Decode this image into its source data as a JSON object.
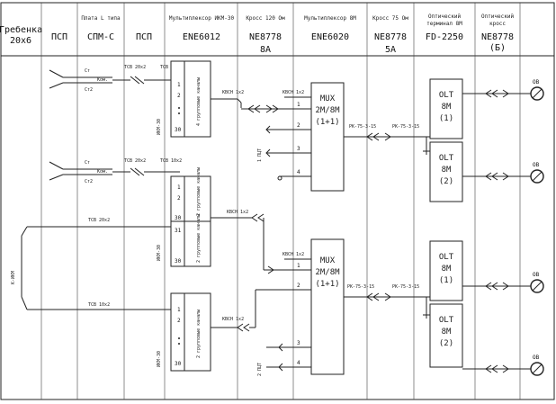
{
  "headers": {
    "col1_line1": "Гребенка",
    "col1_line2": "20x6",
    "col2": "ПСП",
    "col3_line1": "Плата L типа",
    "col3_line2": "СПМ-С",
    "col4": "ПСП",
    "col5_line1": "Мультиплексор ИКМ-30",
    "col5_line2": "ENE6012",
    "col6_line1": "Кросс 120 Ом",
    "col6_line2": "NE8778",
    "col6_line3": "8А",
    "col7_line1": "Мультиплексор 8М",
    "col7_line2": "ENE6020",
    "col8_line1": "Кросс 75 Ом",
    "col8_line2": "NE8778",
    "col8_line3": "5А",
    "col9_line1": "Оптический",
    "col9_line2": "терминал 8М",
    "col9_line3": "FD-2250",
    "col10_line1": "Оптический",
    "col10_line2": "кросс",
    "col10_line3": "NE8778",
    "col10_line4": "(Б)"
  },
  "labels": {
    "sw_top_a": "Ст",
    "sw_top_b": "Ст2",
    "kom": "Ком.",
    "cable_tcb20x2": "ТСВ 20х2",
    "cable_tcb10x2": "ТСВ 10х2",
    "cable_kbch": "КВСН 1х2",
    "cable_rk": "РК-75-3-15",
    "left_vertical": "К-ИКМ",
    "mux1_l1": "MUX",
    "mux1_l2": "2М/8М",
    "mux1_l3": "(1+1)",
    "mux2_l1": "MUX",
    "mux2_l2": "2М/8М",
    "mux2_l3": "(1+1)",
    "olt1_l1": "OLT",
    "olt1_l2": "8M",
    "olt1_l3": "(1)",
    "olt2_l1": "OLT",
    "olt2_l2": "8M",
    "olt2_l3": "(2)",
    "olt3_l1": "OLT",
    "olt3_l2": "8M",
    "olt3_l3": "(1)",
    "olt4_l1": "OLT",
    "olt4_l2": "8M",
    "olt4_l3": "(2)",
    "ob": "ОВ",
    "port1": "1",
    "port2": "2",
    "port3": "3",
    "port4": "4",
    "ch1": "1",
    "ch2": "2",
    "ch30": "30",
    "ch31": "31",
    "ikm_block": "ИКМ-30",
    "ikm_ch4": "4 групповые каналы",
    "ikm_ch2": "2 групповые каналы",
    "vert_1pt": "1 ПЦТ",
    "vert_2pt": "2 ПЦТ"
  }
}
